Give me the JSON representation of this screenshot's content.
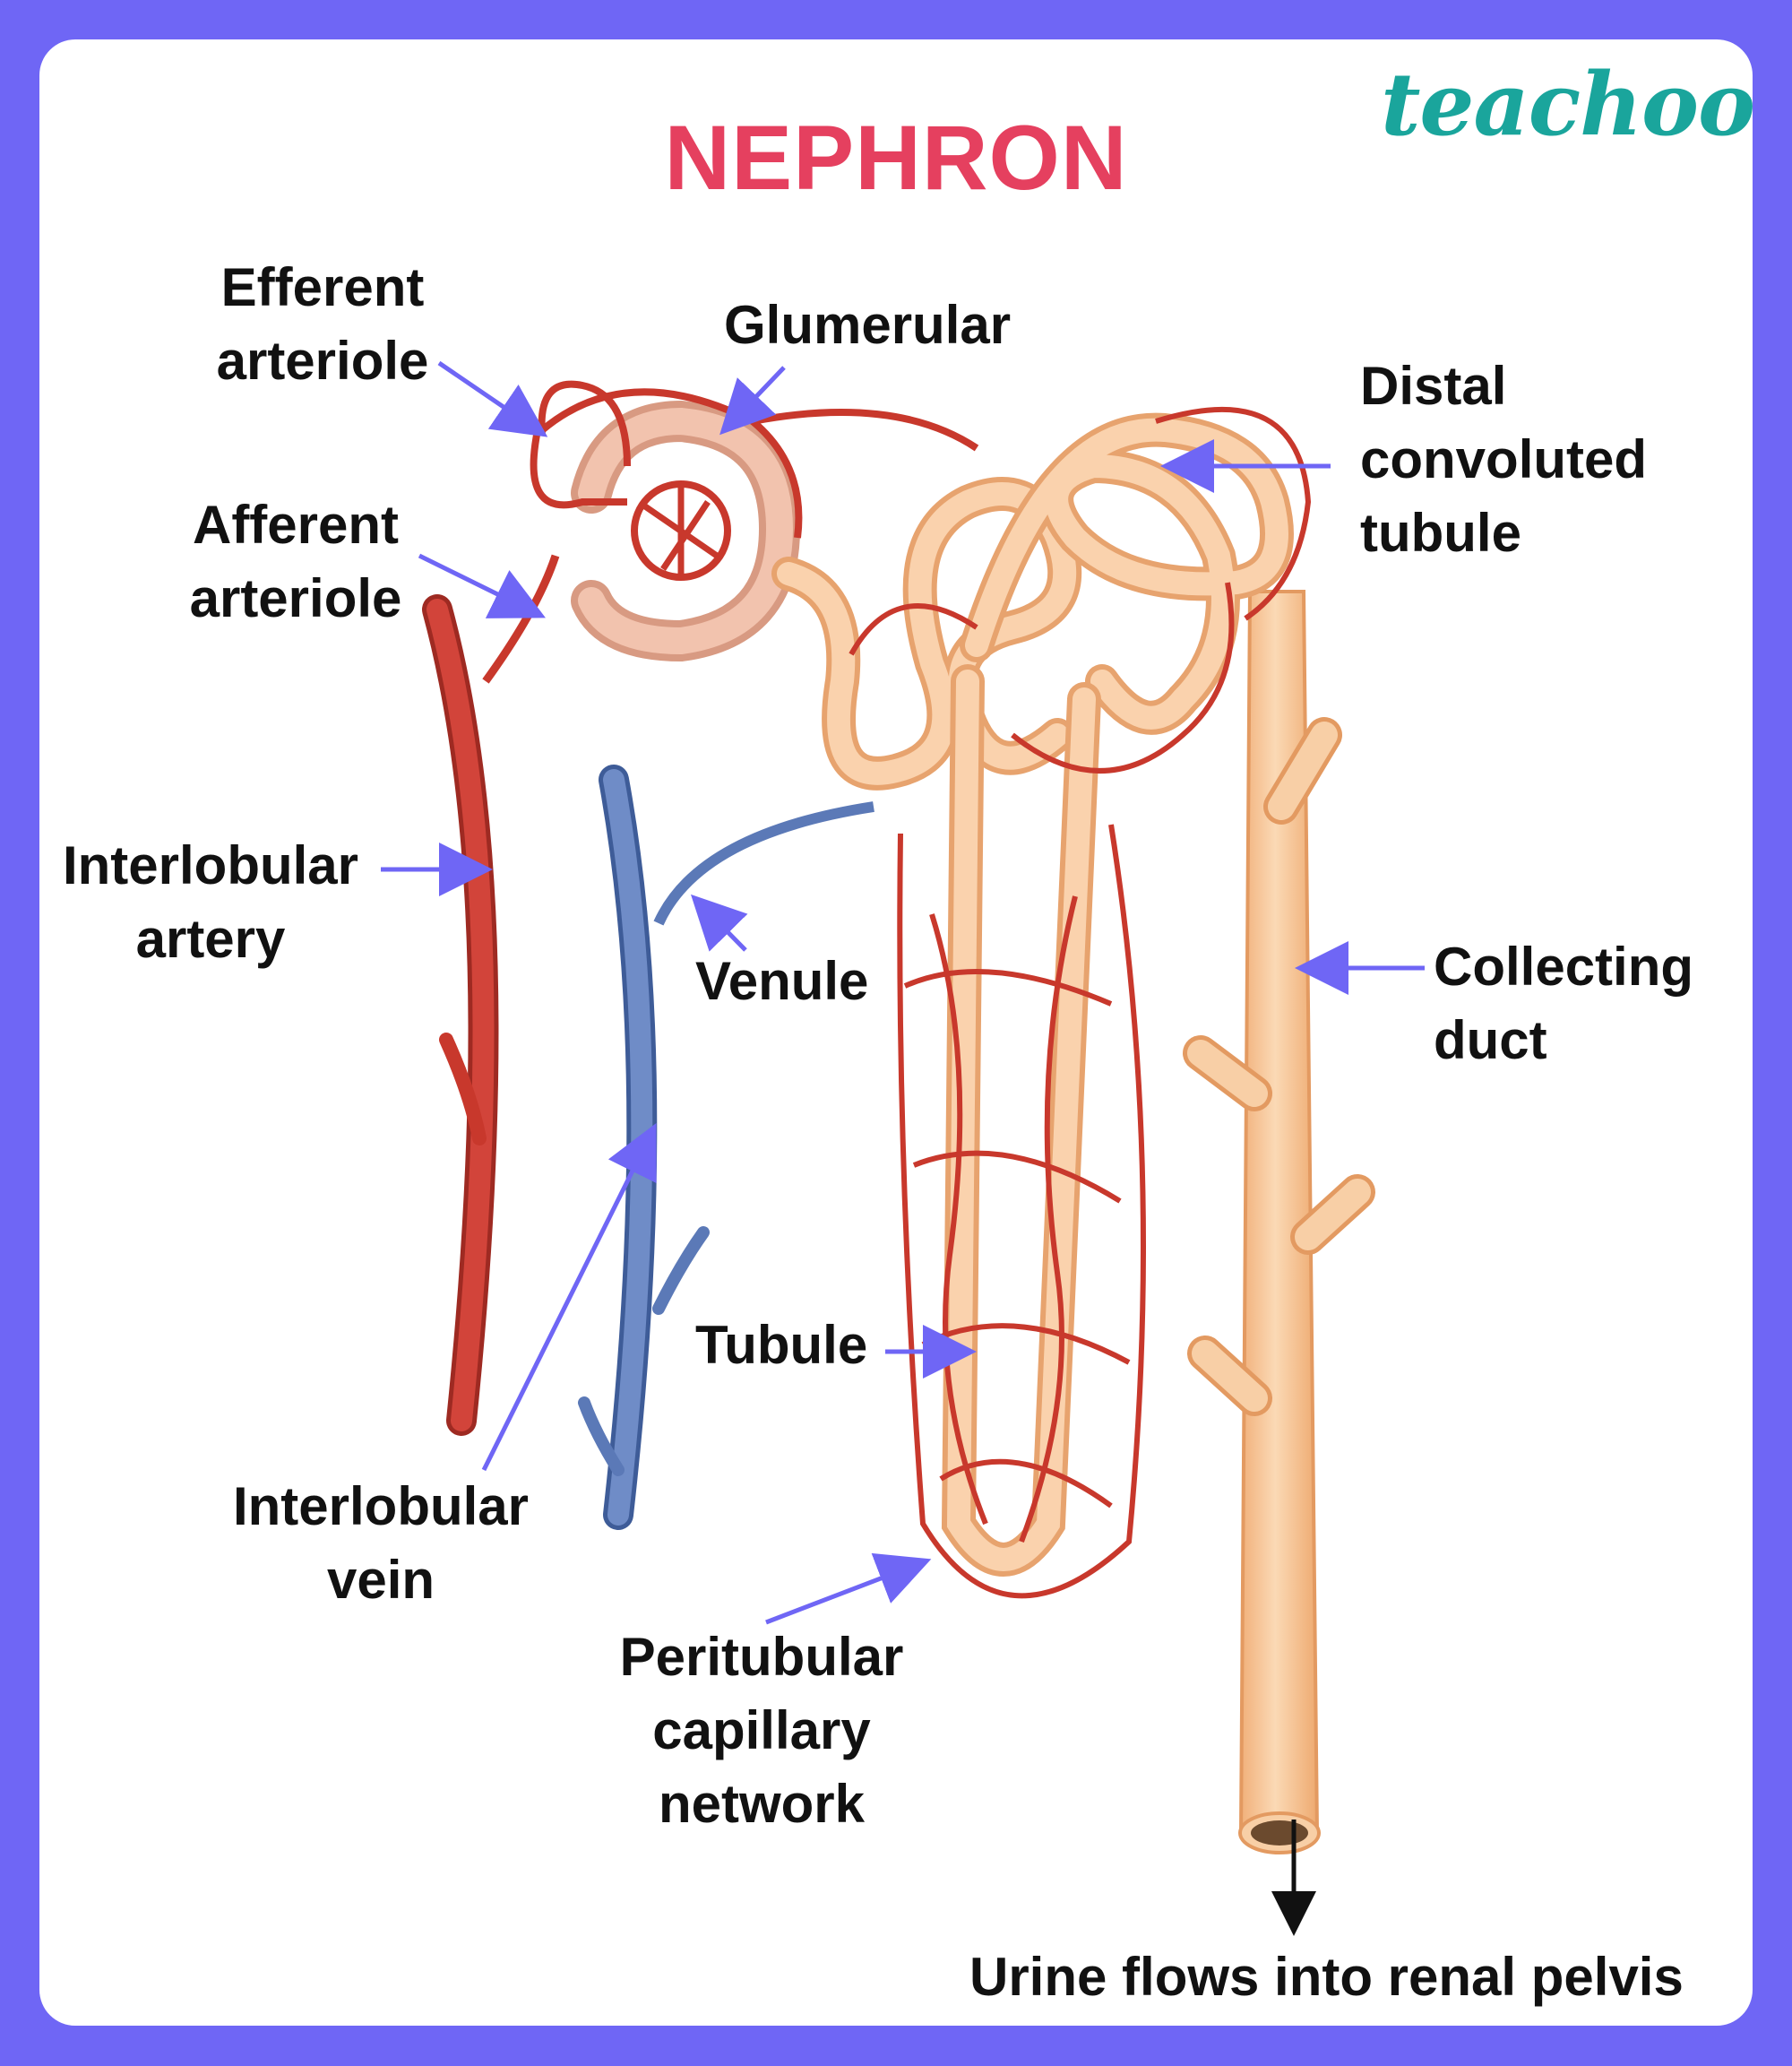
{
  "brand": "teachoo",
  "title": "NEPHRON",
  "labels": {
    "efferent": [
      "Efferent",
      "arteriole"
    ],
    "glomerular": "Glumerular",
    "afferent": [
      "Afferent",
      "arteriole"
    ],
    "distal": [
      "Distal",
      "convoluted",
      "tubule"
    ],
    "interlobular_artery": [
      "Interlobular",
      "artery"
    ],
    "venule": "Venule",
    "collecting": [
      "Collecting",
      "duct"
    ],
    "tubule": "Tubule",
    "interlobular_vein": [
      "Interlobular",
      "vein"
    ],
    "peritubular": [
      "Peritubular",
      "capillary",
      "network"
    ],
    "urine": "Urine flows into renal pelvis"
  },
  "colors": {
    "frame": "#6f66f5",
    "title": "#e5405f",
    "brand": "#1aa59c",
    "artery": "#c8382c",
    "vein": "#5b79b7",
    "tubule": "#f6c79c",
    "pointer": "#6f66f5"
  }
}
